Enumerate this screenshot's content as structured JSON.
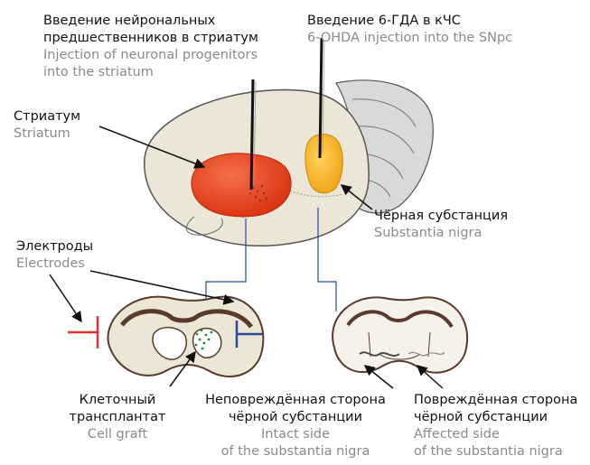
{
  "labels": {
    "neuronal_injection": {
      "ru_line1": "Введение нейрональных",
      "ru_line2": "предшественников в стриатум",
      "en_line1": "Injection of neuronal progenitors",
      "en_line2": "into the striatum"
    },
    "ohda_injection": {
      "ru": "Введение 6-ГДА в кЧС",
      "en": "6-OHDA injection into the SNpc"
    },
    "striatum": {
      "ru": "Стриатум",
      "en": "Striatum"
    },
    "substantia_nigra": {
      "ru": "Чёрная субстанция",
      "en": "Substantia nigra"
    },
    "electrodes": {
      "ru": "Электроды",
      "en": "Electrodes"
    },
    "cell_graft": {
      "ru_line1": "Клеточный",
      "ru_line2": "трансплантат",
      "en": "Cell graft"
    },
    "intact_side": {
      "ru_line1": "Неповреждённая сторона",
      "ru_line2": "чёрной субстанции",
      "en_line1": "Intact side",
      "en_line2": "of the substantia nigra"
    },
    "affected_side": {
      "ru_line1": "Повреждённая сторона",
      "ru_line2": "чёрной субстанции",
      "en_line1": "Affected side",
      "en_line2": "of the substantia nigra"
    }
  },
  "colors": {
    "brain_fill": "#ece6d6",
    "striatum": "#e8401c",
    "nigra": "#f5b81a",
    "electrode_red": "#e03030",
    "electrode_blue": "#2a4a9a",
    "graft_dots": "#2a8a3a",
    "tissue_dark": "#5a3a2a",
    "english_text": "#8a8a8a"
  }
}
